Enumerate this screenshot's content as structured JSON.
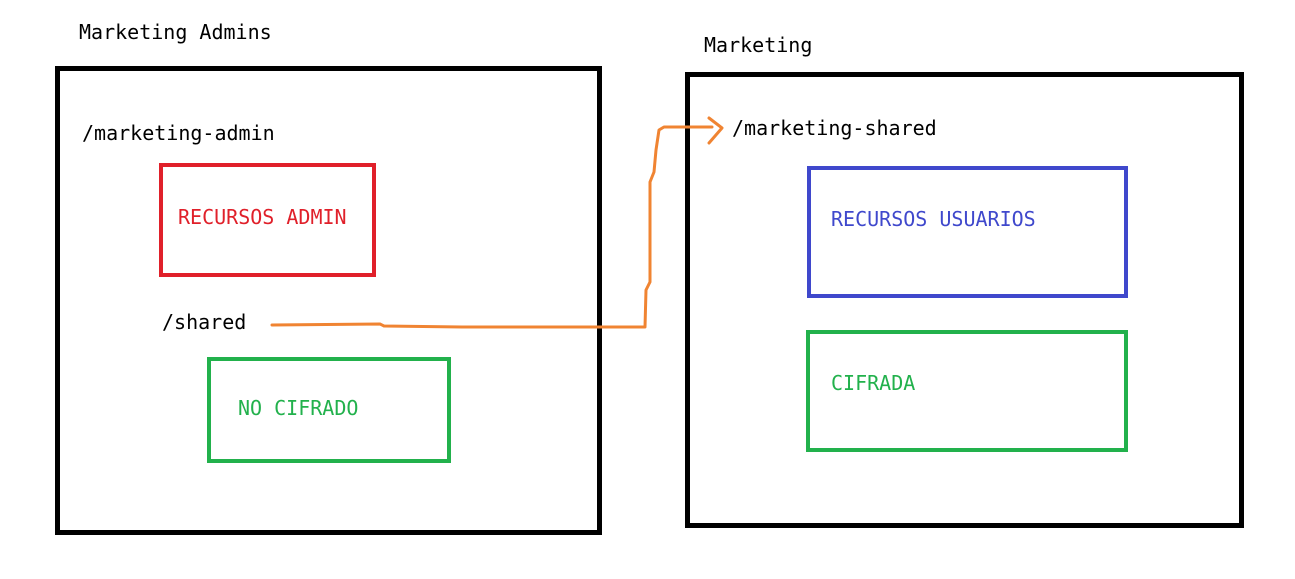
{
  "groups": {
    "admins": {
      "title": "Marketing Admins",
      "path": "/marketing-admin",
      "resource_label": "RECURSOS ADMIN",
      "subpath": "/shared",
      "subpath_label": "NO CIFRADO"
    },
    "marketing": {
      "title": "Marketing",
      "path": "/marketing-shared",
      "resource_label": "RECURSOS USUARIOS",
      "encrypted_label": "CIFRADA"
    }
  },
  "colors": {
    "container_border": "#000000",
    "admin_resource": "#e0202a",
    "user_resource": "#3f48cc",
    "encryption": "#22b14c",
    "link_arrow": "#f08432"
  }
}
